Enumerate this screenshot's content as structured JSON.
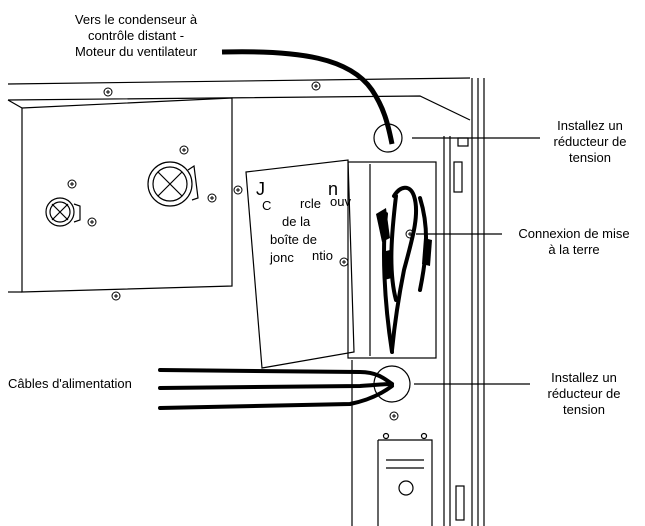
{
  "labels": {
    "condenser_line1": "Vers le condenseur à",
    "condenser_line2": "contrôle distant -",
    "condenser_line3": "Moteur du ventilateur",
    "strain_top_line1": "Installez un",
    "strain_top_line2": "réducteur de",
    "strain_top_line3": "tension",
    "ground_line1": "Connexion  de mise",
    "ground_line2": "à la terre",
    "power_cables": "Câbles d'alimentation",
    "strain_bottom_line1": "Installez un",
    "strain_bottom_line2": "réducteur de",
    "strain_bottom_line3": "tension"
  },
  "cover": {
    "big_j": "J",
    "big_n": "n",
    "c": "C",
    "rcle": "rcle",
    "ouv": "ouv",
    "de_la": "de la",
    "boite_de": "boîte de",
    "jonc": "jonc",
    "ntio": "ntio"
  }
}
